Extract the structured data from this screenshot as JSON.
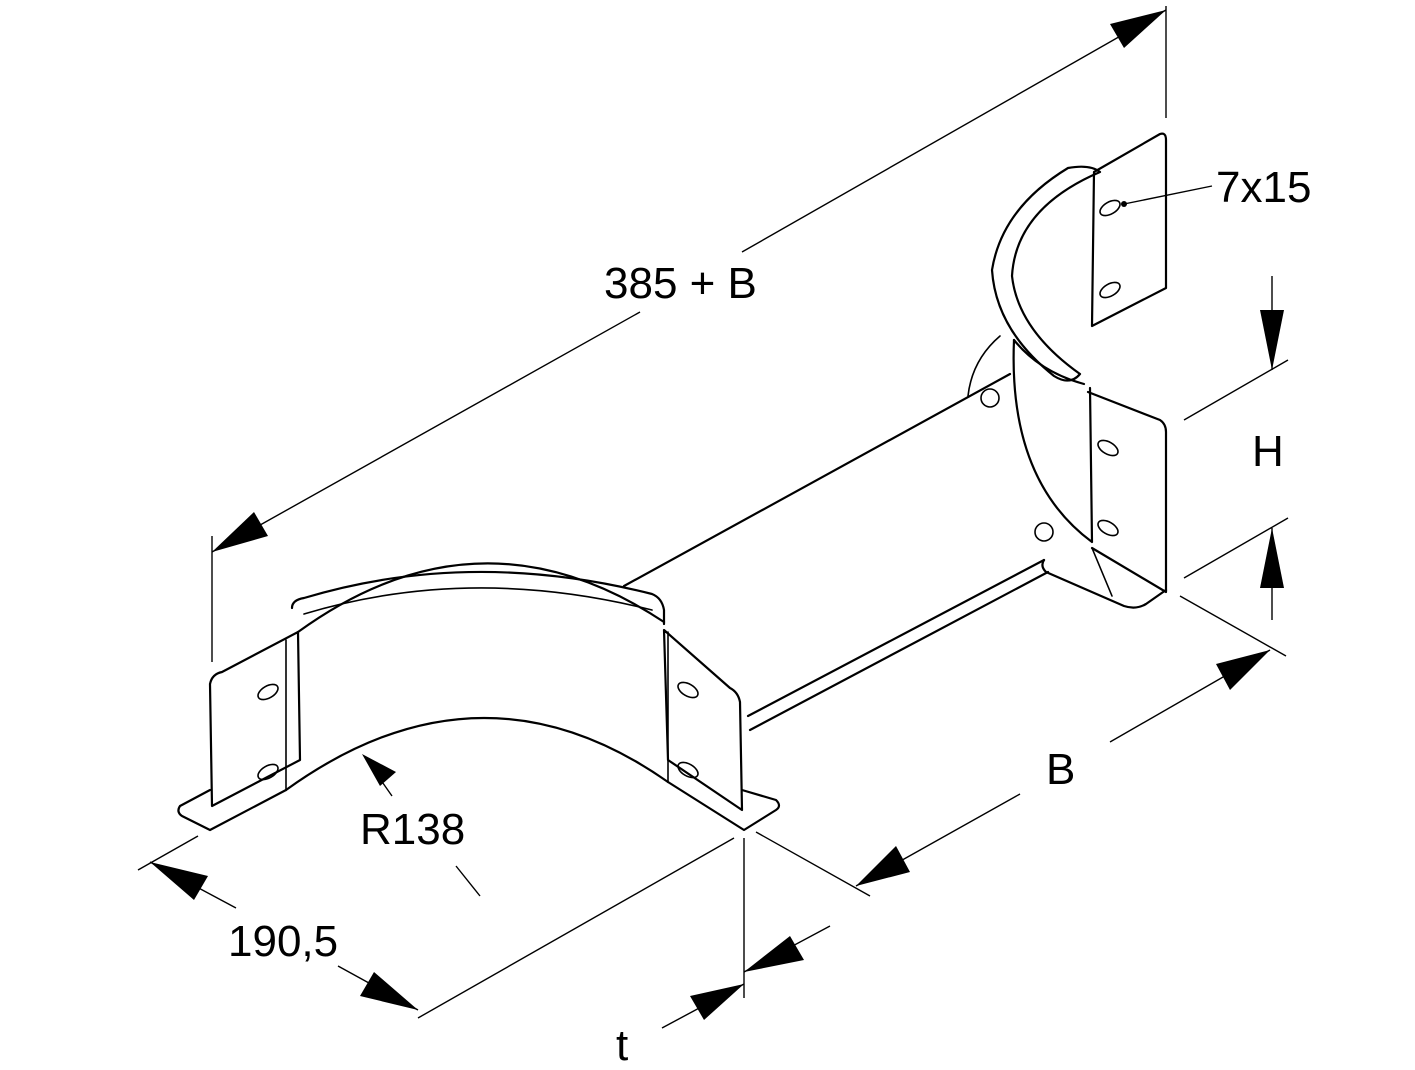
{
  "labels": {
    "length": "385 + B",
    "slot": "7x15",
    "height": "H",
    "width": "B",
    "radius": "R138",
    "depth": "190,5",
    "thickness": "t"
  }
}
